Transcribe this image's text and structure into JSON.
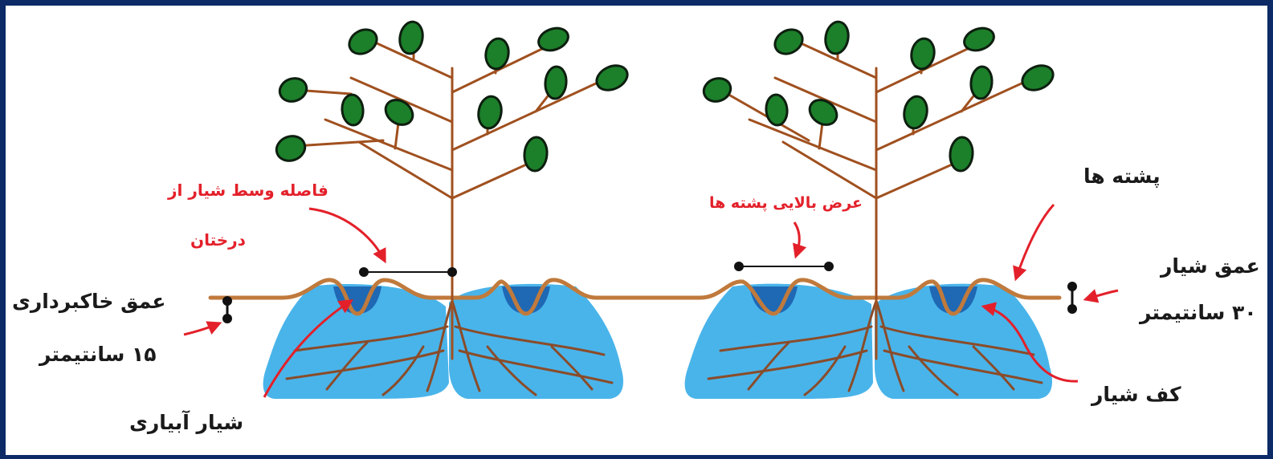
{
  "labels": {
    "trees_distance_line1": "فاصله وسط شیار  از",
    "trees_distance_line2": "درختان",
    "ridge_top_width": "عرض بالایی پشته ها",
    "ridges": "پشته ها",
    "furrow_depth_line1": "عمق شیار",
    "furrow_depth_line2": "۳۰ سانتیمتر",
    "excavation_depth_line1": "عمق خاکبرداری",
    "excavation_depth_line2": "۱۵ سانتیمتر",
    "irrigation_furrow": "شیار آبیاری",
    "furrow_bottom": "کف شیار"
  },
  "colors": {
    "frame": "#0b2a66",
    "background": "#ffffff",
    "stem": "#a0501f",
    "leaf": "#1c7f2a",
    "leaf_outline": "#0d1f0f",
    "soil_line": "#c07a3c",
    "wet_zone": "#49b4ea",
    "furrow_water": "#1f68b4",
    "root": "#8a4c2a",
    "annotation_red": "#e3202a",
    "dimension_line": "#111111"
  }
}
